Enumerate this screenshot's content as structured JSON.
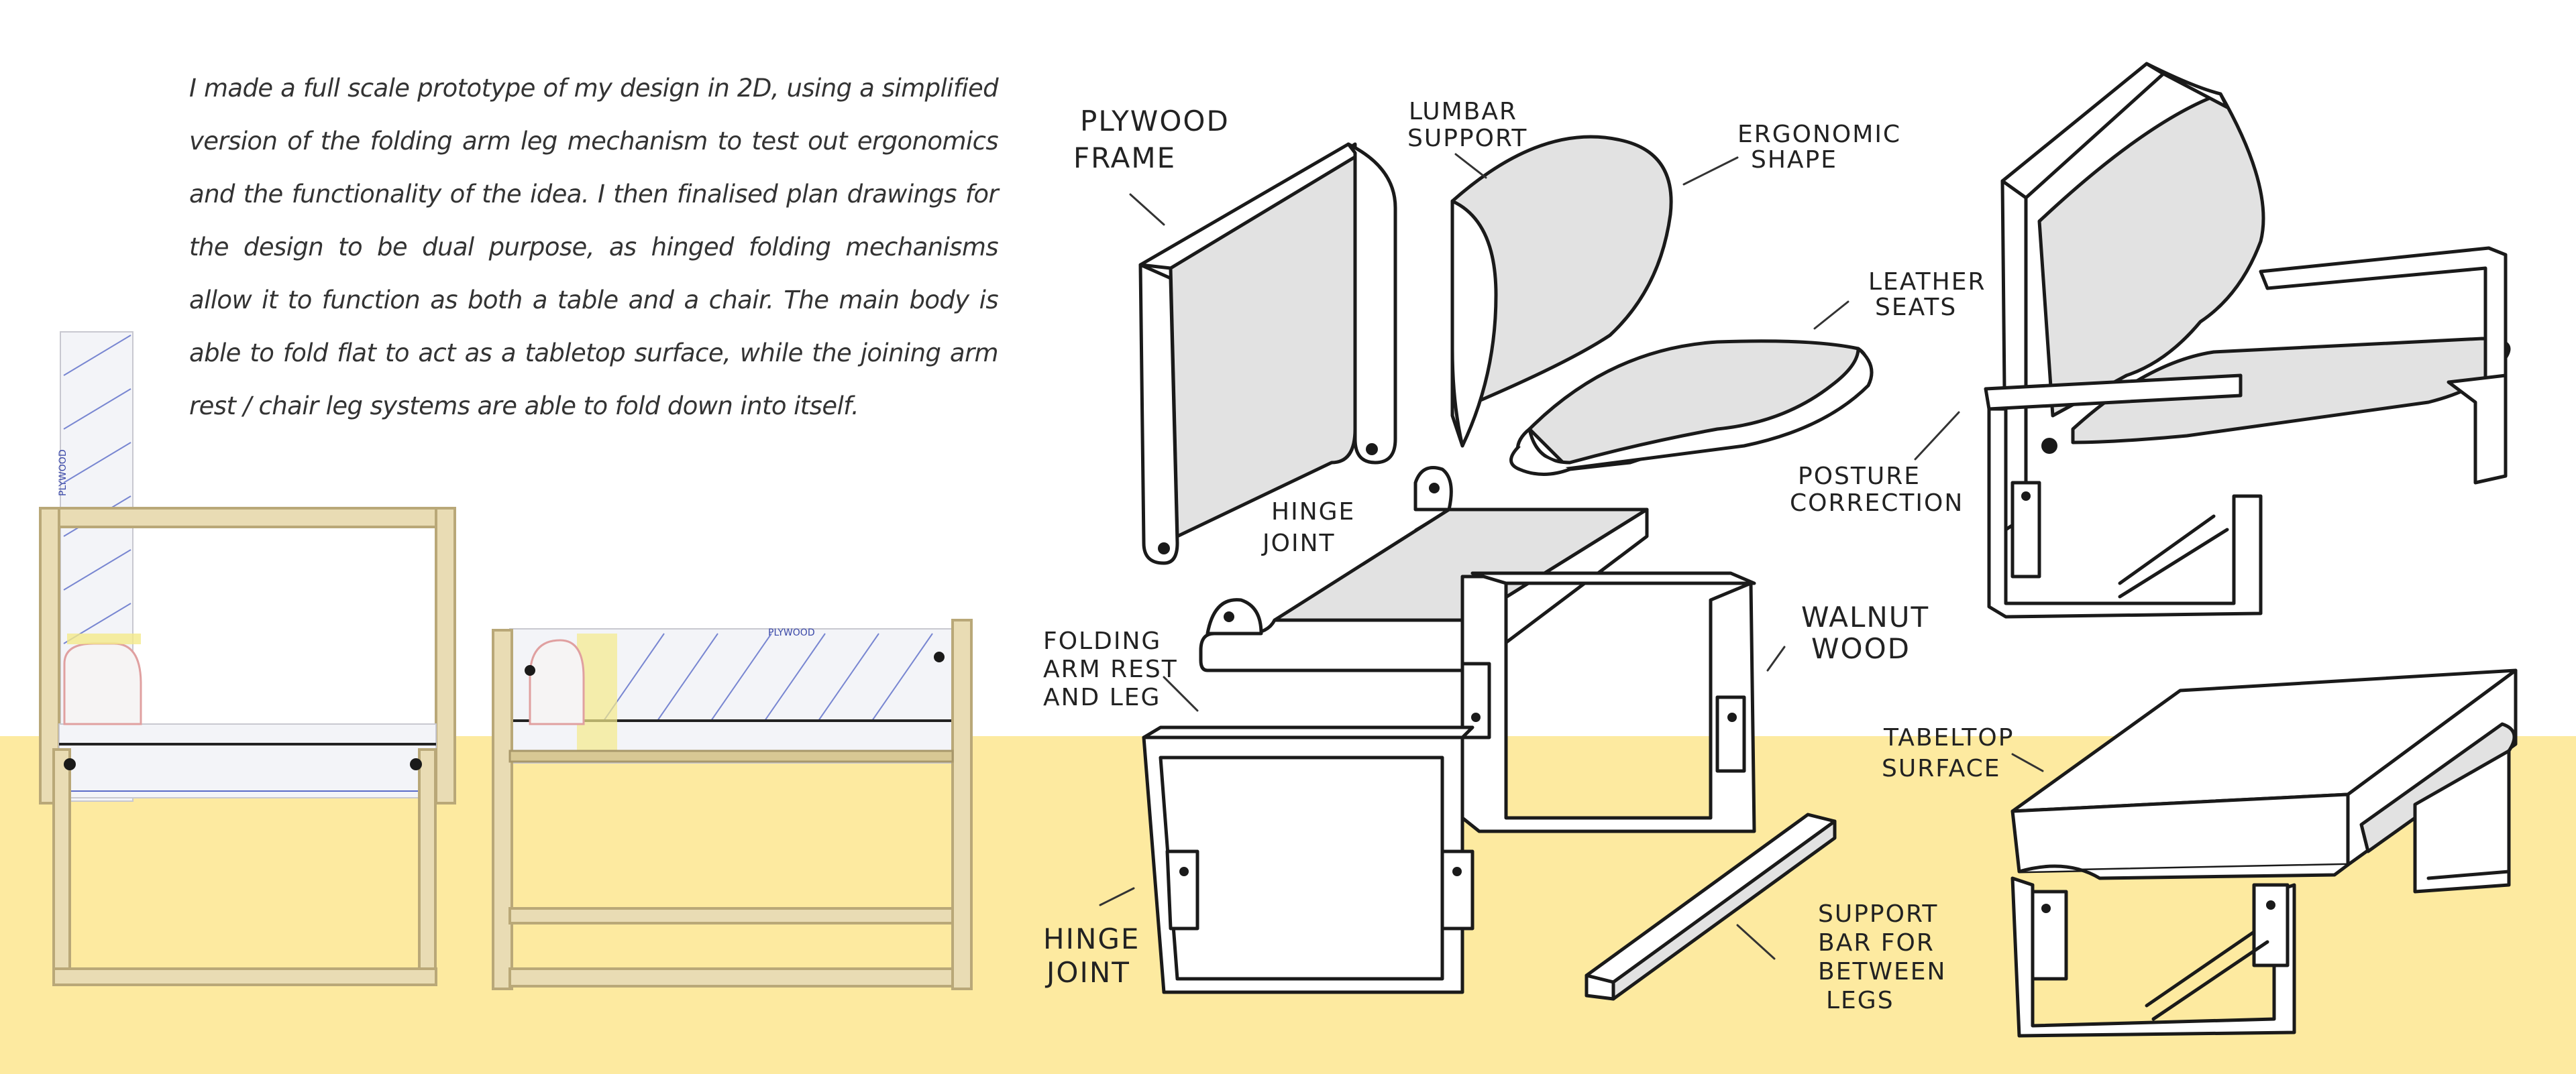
{
  "description_text": "I made a full scale prototype of my design in 2D, using a simplified version of the folding arm leg mechanism to test out ergonomics and the functionality of the idea. I then finalised plan drawings for the design to be dual purpose, as hinged folding mechanisms allow it to function as both a table and a chair. The main body is able to fold flat to act as a tabletop surface, while the joining arm rest / chair leg systems are able to fold down into itself.",
  "photo_labels": {
    "plan_vertical": "PLYWOOD",
    "plan_horizontal": "PLYWOOD"
  },
  "annotations": {
    "plywood_frame": [
      "PLYWOOD",
      "FRAME"
    ],
    "lumbar_support": [
      "LUMBAR",
      "SUPPORT"
    ],
    "ergonomic_shape": [
      "ERGONOMIC",
      "SHAPE"
    ],
    "leather_seats": [
      "LEATHER",
      "SEATS"
    ],
    "posture_correction": [
      "POSTURE",
      "CORRECTION"
    ],
    "hinge_joint_top": [
      "HINGE",
      "JOINT"
    ],
    "folding_arm_rest": [
      "FOLDING",
      "ARM REST",
      "AND LEG"
    ],
    "walnut_wood": [
      "WALNUT",
      "WOOD"
    ],
    "tabletop_surface": [
      "TABELTOP",
      "SURFACE"
    ],
    "hinge_joint_bottom": [
      "HINGE",
      "JOINT"
    ],
    "support_bar": [
      "SUPPORT",
      "BAR FOR",
      "BETWEEN",
      "LEGS"
    ]
  },
  "colors": {
    "accent_yellow": "#fdeaa0",
    "sketch_grey": "#e2e2e2",
    "wood": "#e9dcb4",
    "ink": "#1a1a1a"
  }
}
